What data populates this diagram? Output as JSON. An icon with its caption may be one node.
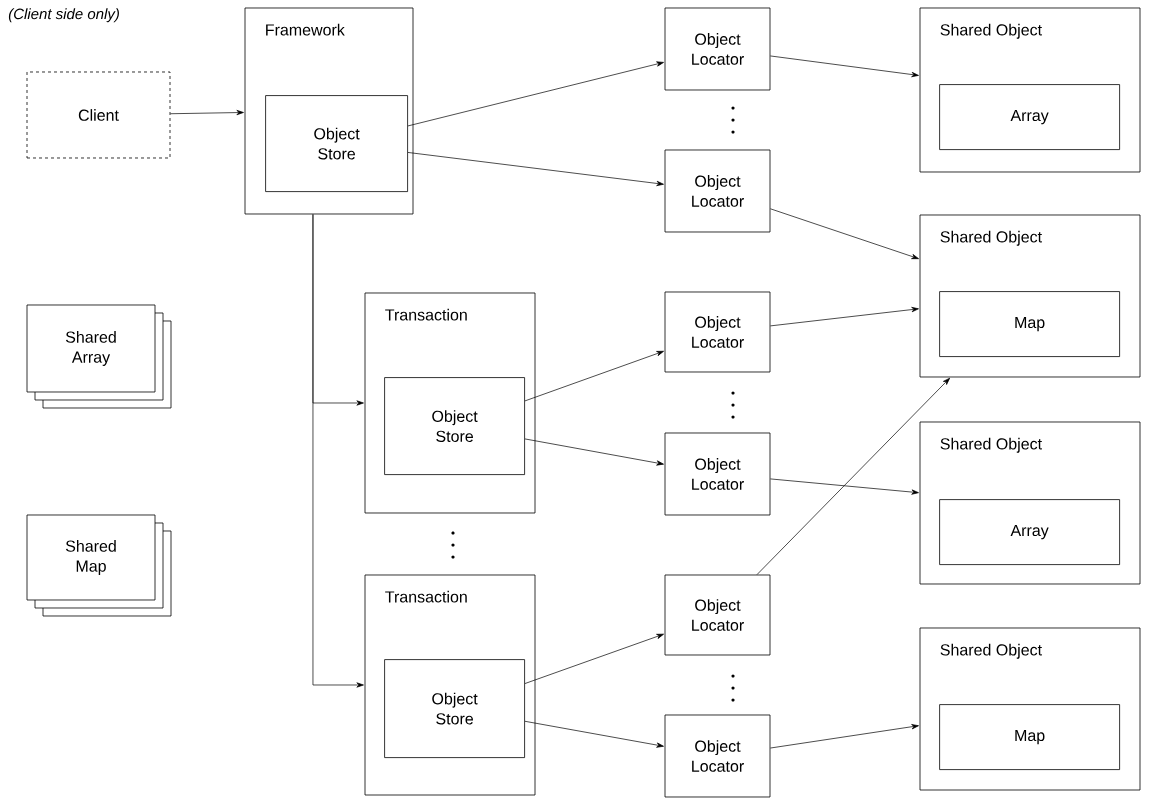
{
  "diagram": {
    "nodes": [
      {
        "text": [
          "Client"
        ]
      },
      {
        "text": [
          "Framework"
        ]
      },
      {
        "text": [
          "Object Store"
        ],
        "in": 1
      },
      {
        "text": [
          "Object Locator"
        ]
      },
      {
        "text": [
          "Object Locator"
        ]
      },
      {
        "text": [
          "Shared Object"
        ]
      },
      {
        "text": [
          "Array"
        ],
        "in": 5
      },
      {
        "text": [
          "Shared Object"
        ]
      },
      {
        "text": [
          "Map"
        ],
        "in": 7
      },
      {
        "text": [
          "Transaction"
        ]
      },
      {
        "text": [
          "Object Store"
        ],
        "in": 9
      },
      {
        "text": [
          "Object Locator"
        ]
      },
      {
        "text": [
          "Object Locator"
        ]
      },
      {
        "text": [
          "Shared Object"
        ]
      },
      {
        "text": [
          "Array"
        ],
        "in": 13
      },
      {
        "text": [
          "Transaction"
        ]
      },
      {
        "text": [
          "Object Store"
        ],
        "in": 15
      },
      {
        "text": [
          "Object Locator"
        ]
      },
      {
        "text": [
          "Object Locator"
        ]
      },
      {
        "text": [
          "Shared Object"
        ]
      },
      {
        "text": [
          "Map"
        ],
        "in": 19
      },
      {
        "text": [
          "Shared Array"
        ]
      },
      {
        "text": [
          "Shared Map"
        ]
      }
    ],
    "edges": [
      {
        "from": 0,
        "to": 1,
        "arrow": "to"
      },
      {
        "from": 2,
        "to": 3,
        "arrow": "to"
      },
      {
        "from": 2,
        "to": 4,
        "arrow": "to"
      },
      {
        "from": 3,
        "to": 5,
        "arrow": "to"
      },
      {
        "from": 4,
        "to": 7,
        "arrow": "to"
      },
      {
        "from": 1,
        "to": 9,
        "arrow": "to"
      },
      {
        "from": 1,
        "to": 15,
        "arrow": "to"
      },
      {
        "from": 10,
        "to": 11,
        "arrow": "to"
      },
      {
        "from": 10,
        "to": 12,
        "arrow": "to"
      },
      {
        "from": 11,
        "to": 7,
        "arrow": "to"
      },
      {
        "from": 12,
        "to": 13,
        "arrow": "to"
      },
      {
        "from": 16,
        "to": 17,
        "arrow": "to"
      },
      {
        "from": 16,
        "to": 18,
        "arrow": "to"
      },
      {
        "from": 17,
        "to": 7,
        "arrow": "to"
      },
      {
        "from": 18,
        "to": 19,
        "arrow": "to"
      }
    ],
    "labels": [
      "(Client side only)"
    ]
  }
}
